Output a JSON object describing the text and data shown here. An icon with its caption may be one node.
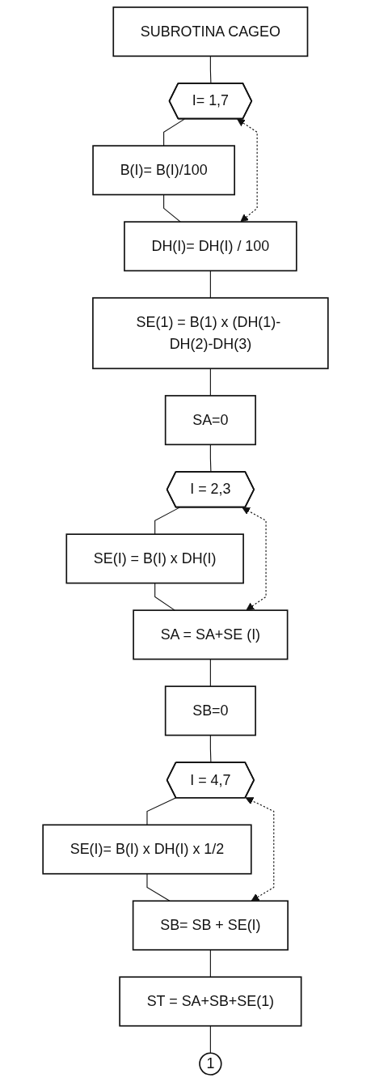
{
  "diagram": {
    "nodes": [
      {
        "text": [
          "SUBROTINA CAGEO"
        ]
      },
      {
        "text": [
          "I= 1,7"
        ]
      },
      {
        "text": [
          "B(I)= B(I)/100"
        ]
      },
      {
        "text": [
          "DH(I)= DH(I) / 100"
        ]
      },
      {
        "text": [
          "SE(1) = B(1) x (DH(1)- DH(2)-DH(3)"
        ]
      },
      {
        "text": [
          "SA=0"
        ]
      },
      {
        "text": [
          "I = 2,3"
        ]
      },
      {
        "text": [
          "SE(I) = B(I) x DH(I)"
        ]
      },
      {
        "text": [
          "SA = SA+SE (I)"
        ]
      },
      {
        "text": [
          "SB=0"
        ]
      },
      {
        "text": [
          "I = 4,7"
        ]
      },
      {
        "text": [
          "SE(I)= B(I) x DH(I) x 1/2"
        ]
      },
      {
        "text": [
          "SB= SB + SE(I)"
        ]
      },
      {
        "text": [
          "ST = SA+SB+SE(1)"
        ]
      },
      {
        "text": [
          "1"
        ]
      }
    ],
    "edges": [
      {
        "from": 0,
        "to": 1,
        "arrow": "none"
      },
      {
        "from": 1,
        "to": 2,
        "arrow": "none"
      },
      {
        "from": 2,
        "to": 3,
        "arrow": "none"
      },
      {
        "from": 3,
        "to": 1,
        "arrow": "both",
        "style": "dashed"
      },
      {
        "from": 3,
        "to": 4,
        "arrow": "none"
      },
      {
        "from": 4,
        "to": 5,
        "arrow": "none"
      },
      {
        "from": 5,
        "to": 6,
        "arrow": "none"
      },
      {
        "from": 6,
        "to": 7,
        "arrow": "none"
      },
      {
        "from": 7,
        "to": 8,
        "arrow": "none"
      },
      {
        "from": 8,
        "to": 6,
        "arrow": "both",
        "style": "dashed"
      },
      {
        "from": 8,
        "to": 9,
        "arrow": "none"
      },
      {
        "from": 9,
        "to": 10,
        "arrow": "none"
      },
      {
        "from": 10,
        "to": 11,
        "arrow": "none"
      },
      {
        "from": 11,
        "to": 12,
        "arrow": "none"
      },
      {
        "from": 12,
        "to": 10,
        "arrow": "both",
        "style": "dashed"
      },
      {
        "from": 12,
        "to": 13,
        "arrow": "none"
      },
      {
        "from": 13,
        "to": 14,
        "arrow": "none"
      }
    ]
  }
}
